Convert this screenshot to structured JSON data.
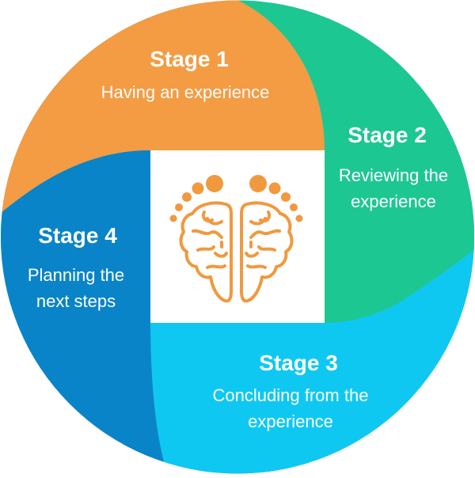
{
  "colors": {
    "stage1": "#f39c43",
    "stage2": "#1dc791",
    "stage3": "#0fc8f2",
    "stage4": "#0a84c8",
    "icon": "#f0993f",
    "center": "#ffffff"
  },
  "stages": [
    {
      "title": "Stage 1",
      "desc_lines": [
        "Having an experience"
      ]
    },
    {
      "title": "Stage 2",
      "desc_lines": [
        "Reviewing the",
        "experience"
      ]
    },
    {
      "title": "Stage 3",
      "desc_lines": [
        "Concluding from the",
        "experience"
      ]
    },
    {
      "title": "Stage 4",
      "desc_lines": [
        "Planning the",
        "next steps"
      ]
    }
  ],
  "center_icon": "brain-feet-icon"
}
